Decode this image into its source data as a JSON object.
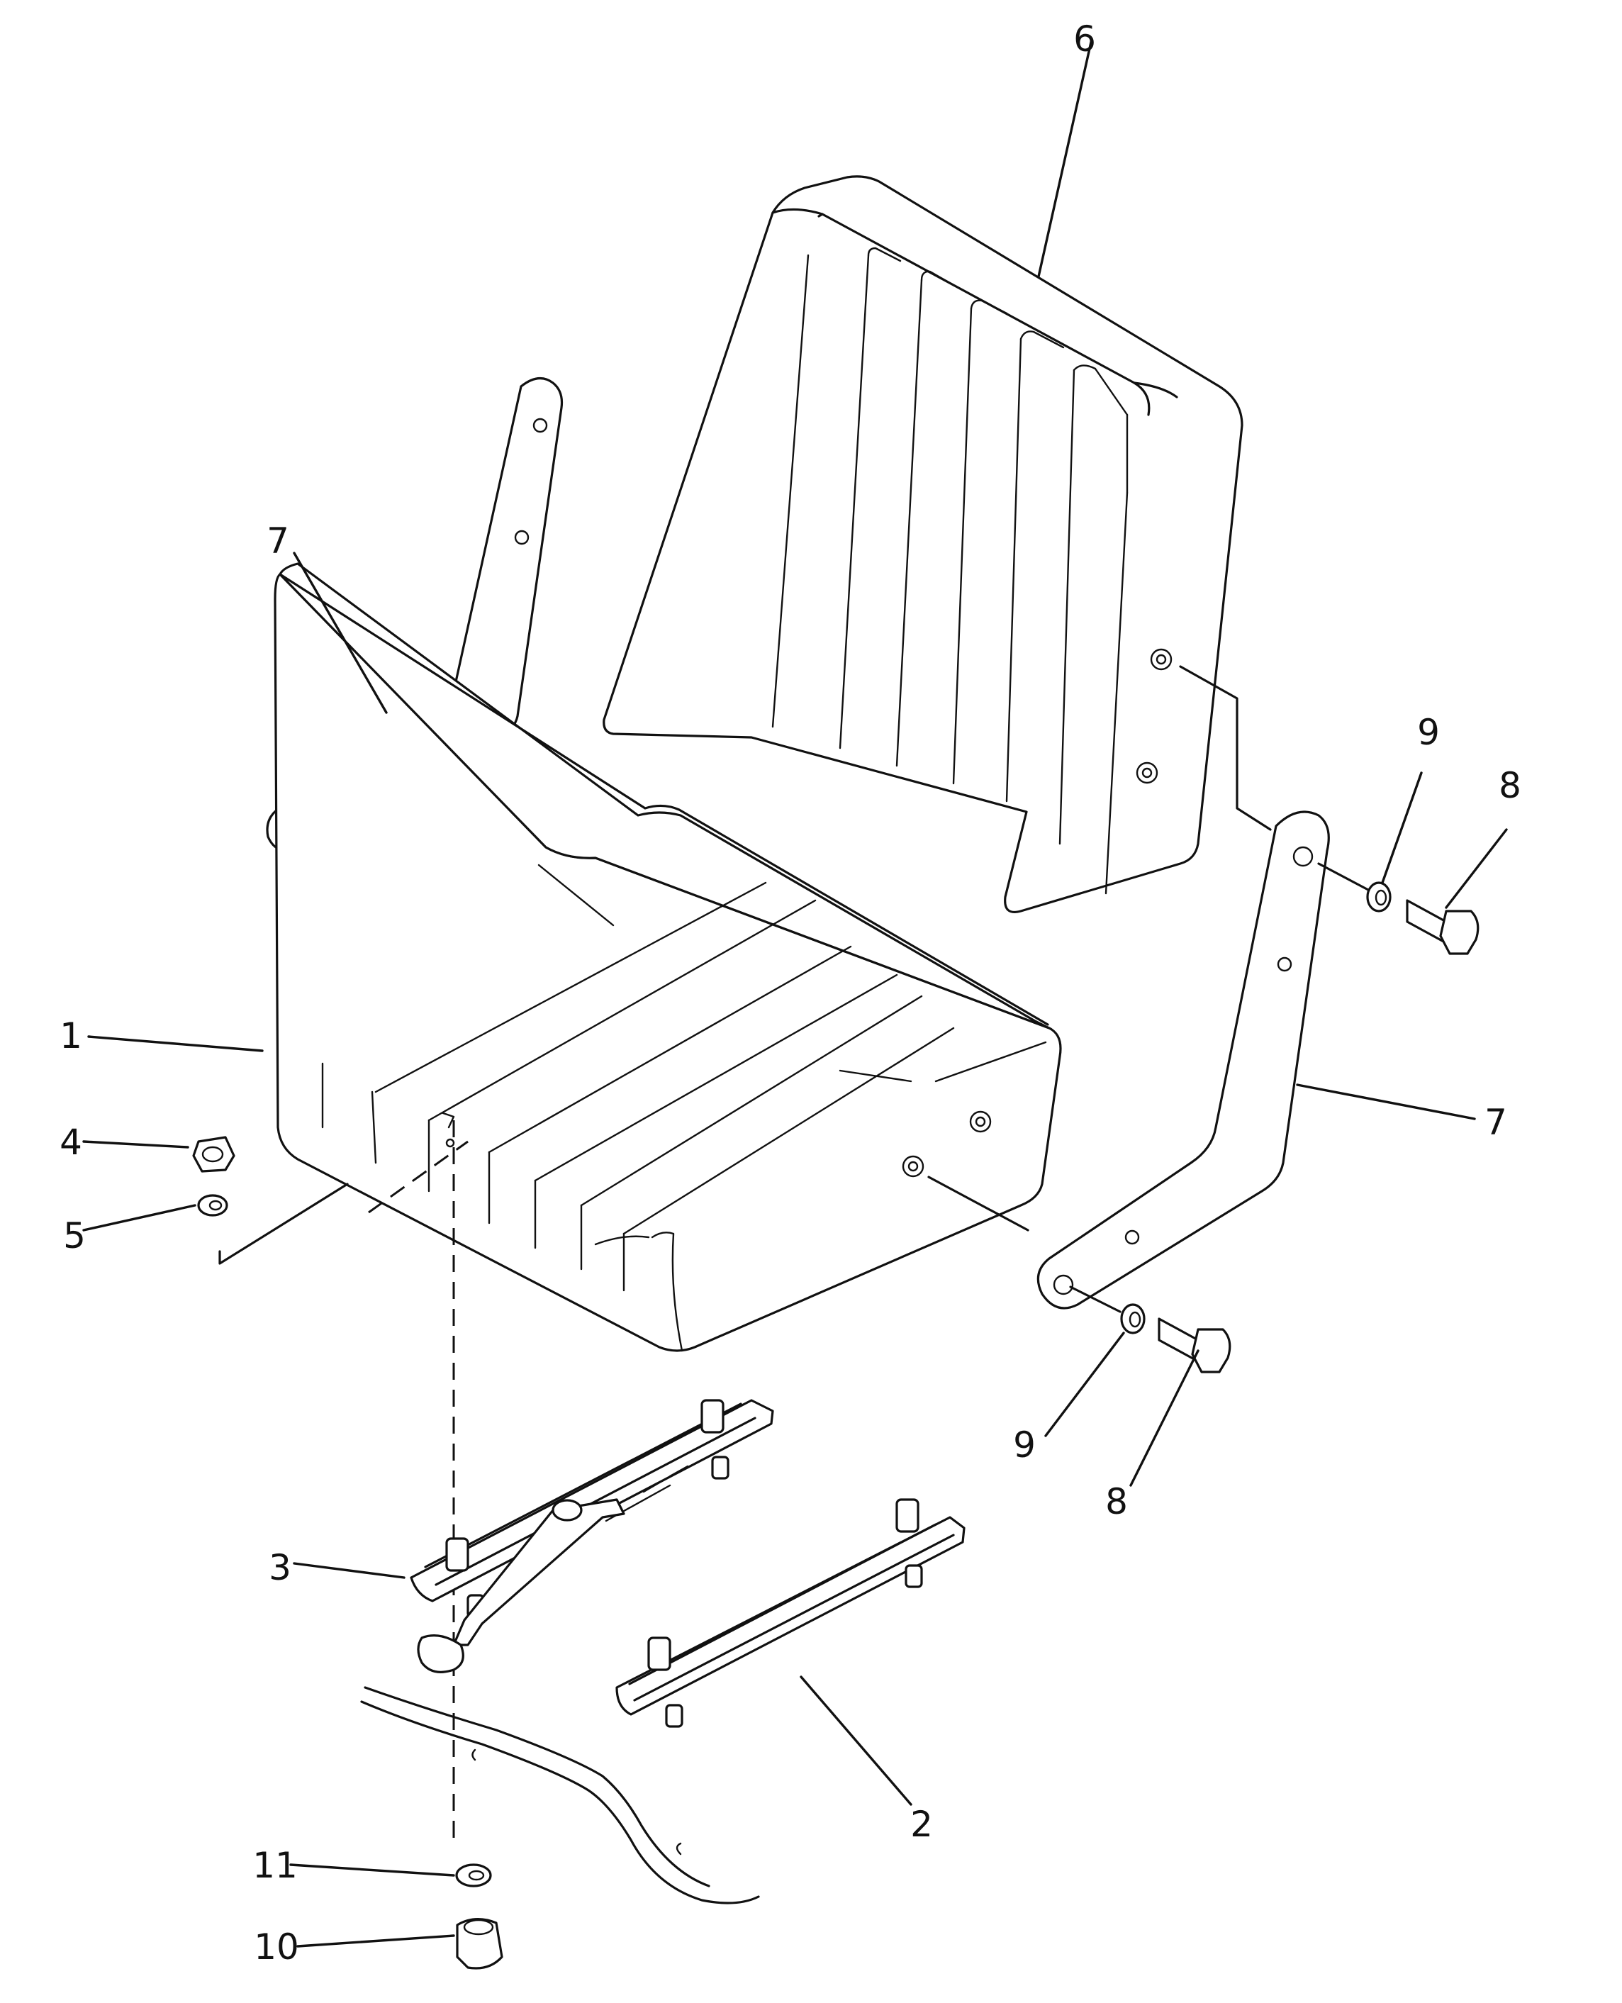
{
  "callouts": {
    "c1": "1",
    "c2": "2",
    "c3": "3",
    "c4": "4",
    "c5": "5",
    "c6": "6",
    "c7a": "7",
    "c7b": "7",
    "c8a": "8",
    "c8b": "8",
    "c9a": "9",
    "c9b": "9",
    "c10": "10",
    "c11": "11"
  }
}
